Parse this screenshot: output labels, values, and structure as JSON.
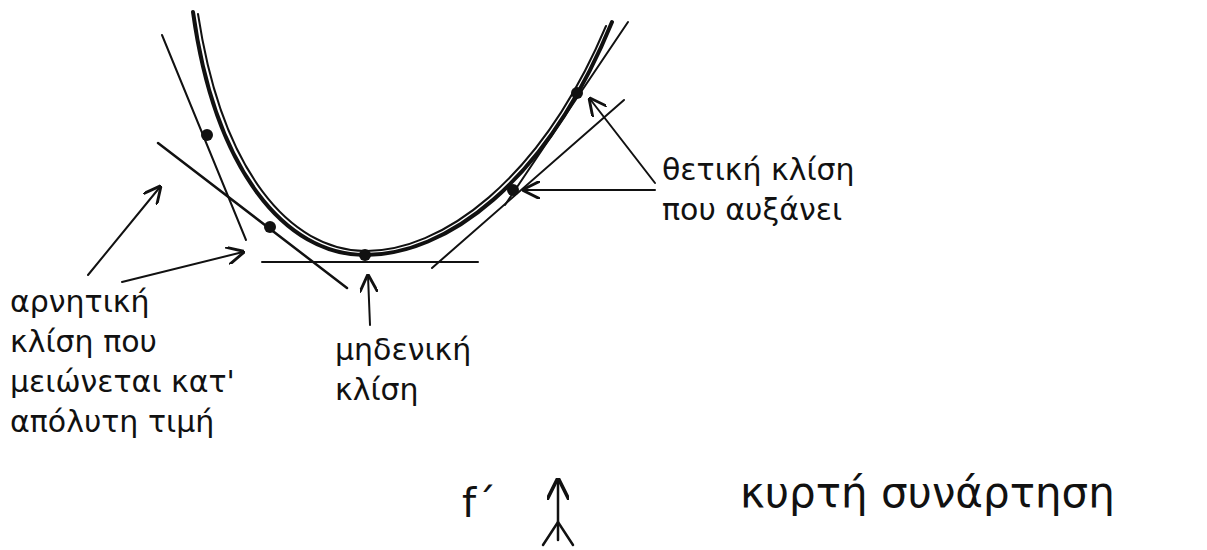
{
  "diagram": {
    "caption": "κυρτή συνάρτηση",
    "labels": [
      "αρνητική κλίση που μειώνεται κατ' απόλυτη τιμή",
      "μηδενική κλίση",
      "θετική κλίση που αυξάνει",
      "f΄"
    ]
  }
}
